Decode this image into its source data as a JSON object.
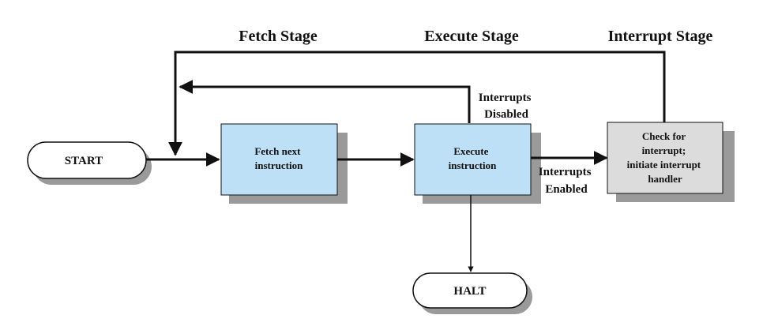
{
  "stages": {
    "fetch": "Fetch Stage",
    "execute": "Execute Stage",
    "interrupt": "Interrupt Stage"
  },
  "nodes": {
    "start": "START",
    "halt": "HALT",
    "fetch": [
      "Fetch next",
      "instruction"
    ],
    "execute": [
      "Execute",
      "instruction"
    ],
    "interrupt": [
      "Check for",
      "interrupt;",
      "initiate interrupt",
      "handler"
    ]
  },
  "edge_labels": {
    "disabled": [
      "Interrupts",
      "Disabled"
    ],
    "enabled": [
      "Interrupts",
      "Enabled"
    ]
  },
  "colors": {
    "process_fill": "#bde0f7",
    "interrupt_fill": "#dcdcdc",
    "shadow": "#9a9a9a",
    "line": "#111111"
  }
}
